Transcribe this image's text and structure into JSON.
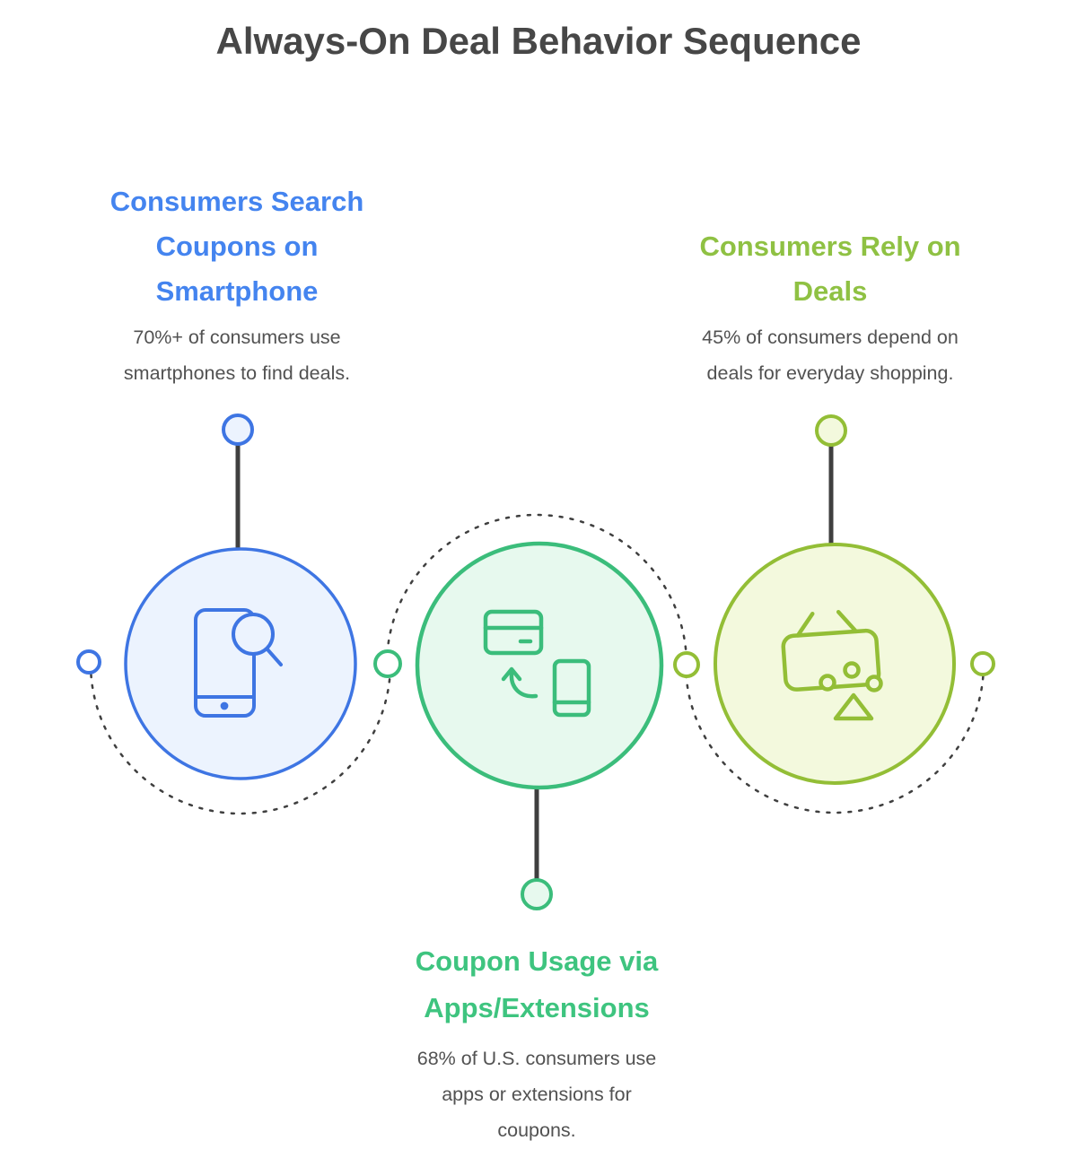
{
  "title": {
    "text": "Always-On Deal Behavior Sequence",
    "color": "#474747"
  },
  "connector_color": "#3f3f3f",
  "description_color": "#525252",
  "steps": [
    {
      "name": "consumers-search-coupons-on-smartphone",
      "heading": "Consumers Search\nCoupons on\nSmartphone",
      "description": "70%+ of consumers use\nsmartphones to find deals.",
      "stat": "70%+",
      "accent": "#4484ef",
      "circle_stroke": "#3e75e3",
      "circle_fill": "#ecf3fe",
      "icon": "smartphone-search-icon"
    },
    {
      "name": "coupon-usage-via-apps-extensions",
      "heading": "Coupon Usage via\nApps/Extensions",
      "description": "68% of U.S. consumers use\napps or extensions for\ncoupons.",
      "stat": "68%",
      "accent": "#3ec47f",
      "circle_stroke": "#3bbd7b",
      "circle_fill": "#e7f9ee",
      "icon": "card-to-phone-transfer-icon"
    },
    {
      "name": "consumers-rely-on-deals",
      "heading": "Consumers Rely on\nDeals",
      "description": "45% of consumers depend on\ndeals for everyday shopping.",
      "stat": "45%",
      "accent": "#8fc143",
      "circle_stroke": "#93be36",
      "circle_fill": "#f3f9dd",
      "icon": "shopping-basket-icon"
    }
  ]
}
